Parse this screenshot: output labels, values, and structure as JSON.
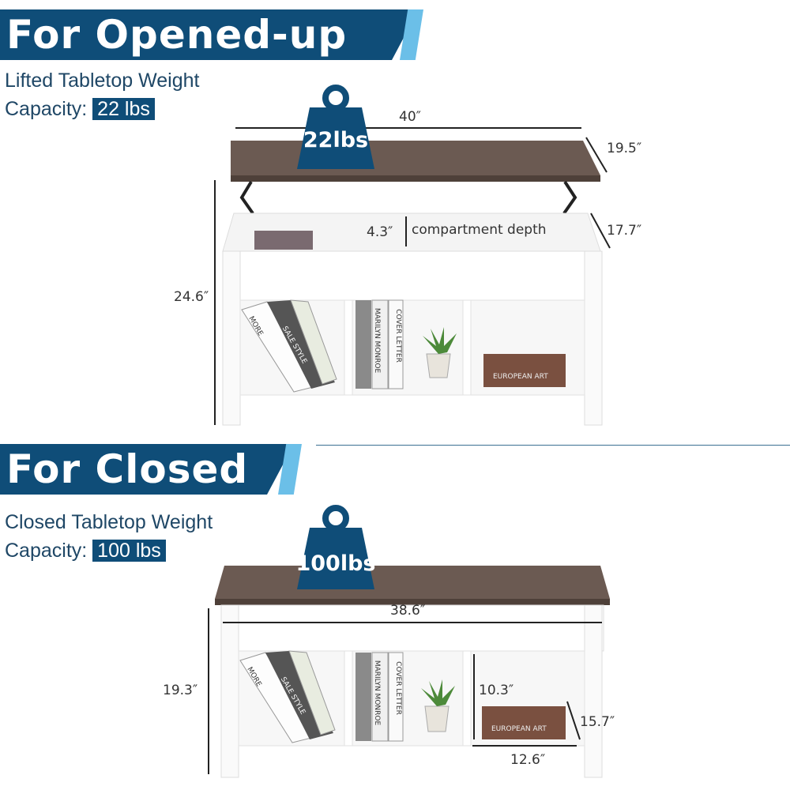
{
  "opened": {
    "banner_title": "For Opened-up",
    "caption_line1": "Lifted Tabletop Weight",
    "caption_line2_prefix": "Capacity: ",
    "capacity": "22 lbs",
    "weight_label": "22lbs",
    "dims": {
      "width": "40″",
      "depth": "19.5″",
      "compartment_value": "4.3″",
      "compartment_label": "compartment depth",
      "inner_depth": "17.7″",
      "height": "24.6″"
    }
  },
  "closed": {
    "banner_title": "For Closed",
    "caption_line1": "Closed Tabletop Weight",
    "caption_line2_prefix": "Capacity: ",
    "capacity": "100 lbs",
    "weight_label": "100lbs",
    "dims": {
      "width": "38.6″",
      "height": "19.3″",
      "shelf_height": "10.3″",
      "shelf_depth": "15.7″",
      "shelf_width": "12.6″"
    }
  },
  "books": {
    "more": "MORE",
    "sale": "SALE STYLE",
    "marilyn": "MARILYN MONROE",
    "cover": "COVER LETTER",
    "european": "EUROPEAN ART"
  },
  "colors": {
    "banner": "#0f4d78",
    "stripe": "#6bbfe8",
    "tabletop": "#6b5a52",
    "table_white": "#ffffff"
  }
}
